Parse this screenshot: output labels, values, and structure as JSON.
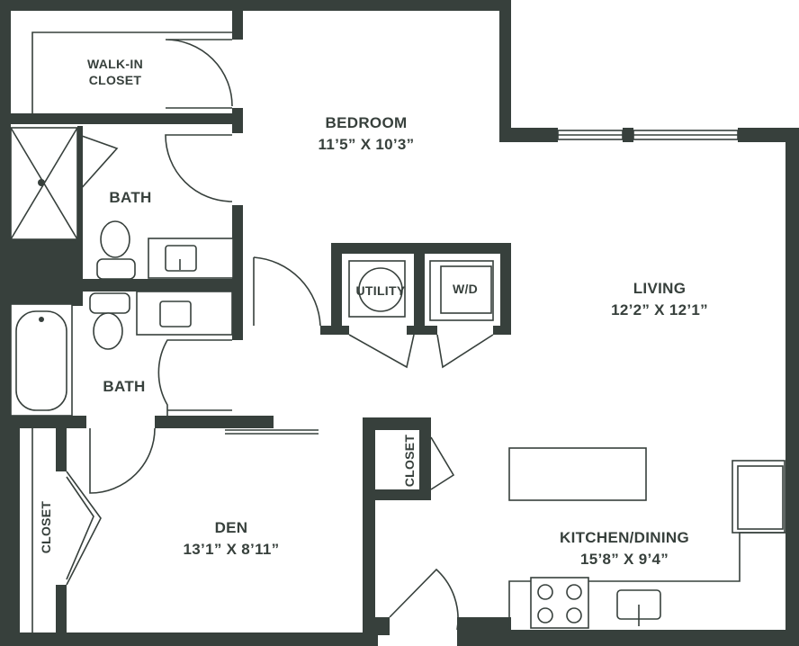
{
  "rooms": {
    "walkin_closet": {
      "line1": "WALK-IN",
      "line2": "CLOSET"
    },
    "bedroom": {
      "name": "BEDROOM",
      "dims": "11’5” X 10’3”"
    },
    "bath_upper": {
      "name": "BATH"
    },
    "bath_lower": {
      "name": "BATH"
    },
    "utility": {
      "name": "UTILITY"
    },
    "wd": {
      "name": "W/D"
    },
    "living": {
      "name": "LIVING",
      "dims": "12’2” X 12’1”"
    },
    "closet_mid": {
      "name": "CLOSET"
    },
    "closet_left": {
      "name": "CLOSET"
    },
    "den": {
      "name": "DEN",
      "dims": "13’1” X 8’11”"
    },
    "kitchen": {
      "name": "KITCHEN/DINING",
      "dims": "15’8” X 9’4”"
    }
  },
  "colors": {
    "wall": "#37403c",
    "background": "#ffffff"
  }
}
